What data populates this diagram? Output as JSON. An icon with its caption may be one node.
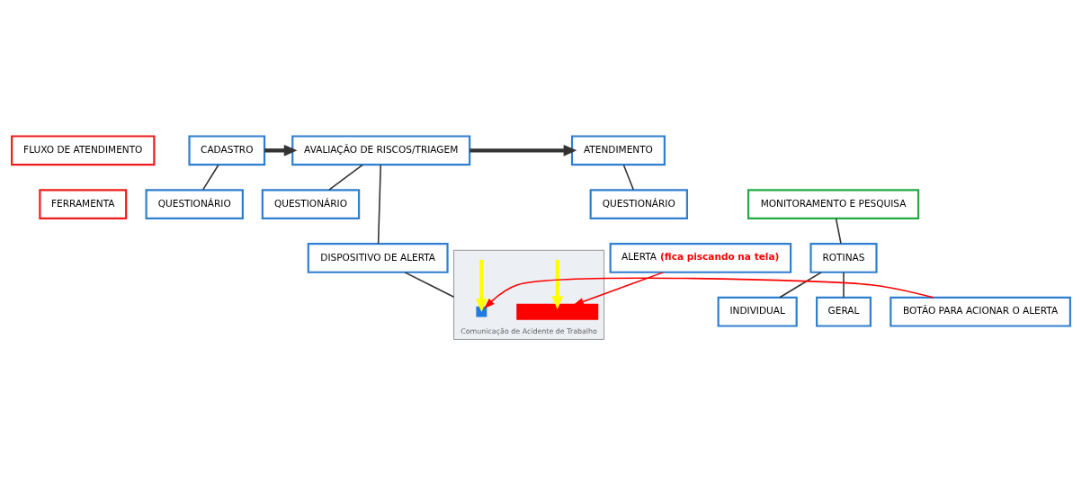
{
  "diagram": {
    "nodes": [
      {
        "text": [
          "FLUXO DE ATENDIMENTO"
        ]
      },
      {
        "text": [
          "CADASTRO"
        ]
      },
      {
        "text": [
          "AVALIAÇÃO DE RISCOS/TRIAGEM"
        ]
      },
      {
        "text": [
          "ATENDIMENTO"
        ]
      },
      {
        "text": [
          "FERRAMENTA"
        ]
      },
      {
        "text": [
          "QUESTIONÁRIO"
        ]
      },
      {
        "text": [
          "QUESTIONÁRIO"
        ]
      },
      {
        "text": [
          "QUESTIONÁRIO"
        ]
      },
      {
        "text": [
          "MONITORAMENTO E PESQUISA"
        ]
      },
      {
        "text": [
          "DISPOSITIVO DE ALERTA"
        ]
      },
      {
        "text": [
          "ROTINAS"
        ]
      },
      {
        "text": [
          "Comunicação de Acidente de Trabalho"
        ]
      },
      {
        "text": [],
        "shape": "box",
        "in": 11
      },
      {
        "text": [],
        "shape": "bar",
        "in": 11
      },
      {
        "text": [
          "INDIVIDUAL"
        ]
      },
      {
        "text": [
          "GERAL"
        ]
      },
      {
        "text": [
          "BOTÃO PARA ACIONAR O ALERTA"
        ]
      },
      {
        "text": [
          "ALERTA",
          "(fica piscando na tela)"
        ]
      }
    ],
    "edges": [
      {
        "from": 1,
        "to": 2,
        "arrow": "to",
        "style": "thick"
      },
      {
        "from": 2,
        "to": 3,
        "arrow": "to",
        "style": "thick"
      },
      {
        "from": 1,
        "to": 5,
        "arrow": "none"
      },
      {
        "from": 2,
        "to": 6,
        "arrow": "none"
      },
      {
        "from": 3,
        "to": 7,
        "arrow": "none"
      },
      {
        "from": 2,
        "to": 9,
        "arrow": "none"
      },
      {
        "from": 9,
        "to": 11,
        "arrow": "none"
      },
      {
        "from": 8,
        "to": 10,
        "arrow": "none"
      },
      {
        "from": 10,
        "to": 14,
        "arrow": "none"
      },
      {
        "from": 10,
        "to": 15,
        "arrow": "none"
      },
      {
        "from": null,
        "to": 12,
        "arrow": "to",
        "style": "thick",
        "color": "#ffff00"
      },
      {
        "from": null,
        "to": 13,
        "arrow": "to",
        "style": "thick",
        "color": "#ffff00"
      },
      {
        "from": 16,
        "to": 12,
        "arrow": "to",
        "color": "#ff0000"
      },
      {
        "from": 17,
        "to": 13,
        "arrow": "to",
        "color": "#ff0000"
      }
    ]
  }
}
